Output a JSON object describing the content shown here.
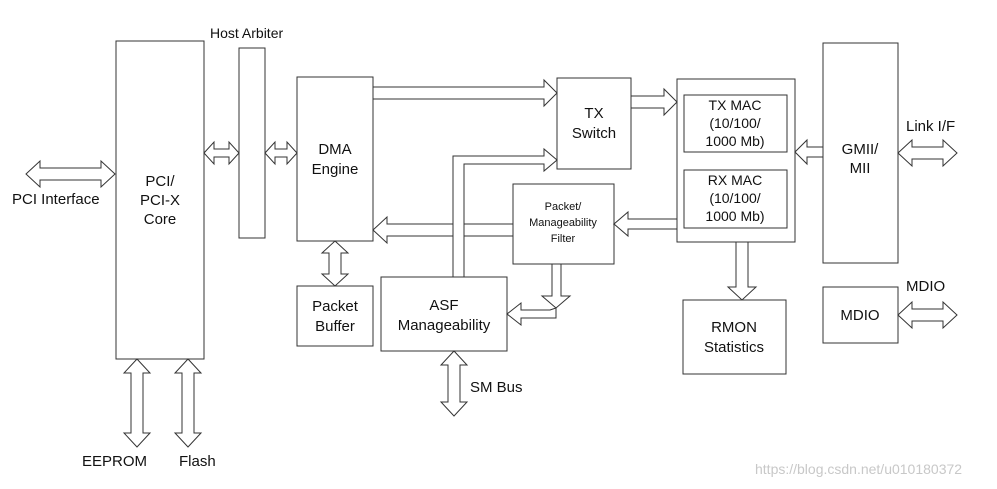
{
  "blocks": {
    "pci_core": [
      "PCI/",
      "PCI-X",
      "Core"
    ],
    "host_arbiter": "Host Arbiter",
    "dma_engine": [
      "DMA",
      "Engine"
    ],
    "packet_buffer": [
      "Packet",
      "Buffer"
    ],
    "asf": [
      "ASF",
      "Manageability"
    ],
    "tx_switch": [
      "TX",
      "Switch"
    ],
    "pkt_filter": [
      "Packet/",
      "Manageability",
      "Filter"
    ],
    "tx_mac": [
      "TX MAC",
      "(10/100/",
      "1000 Mb)"
    ],
    "rx_mac": [
      "RX MAC",
      "(10/100/",
      "1000 Mb)"
    ],
    "rmon": [
      "RMON",
      "Statistics"
    ],
    "gmii": [
      "GMII/",
      "MII"
    ],
    "mdio_block": "MDIO"
  },
  "labels": {
    "pci_interface": "PCI Interface",
    "eeprom": "EEPROM",
    "flash": "Flash",
    "sm_bus": "SM Bus",
    "link_if": "Link I/F",
    "mdio": "MDIO"
  },
  "watermark": "https://blog.csdn.net/u010180372"
}
